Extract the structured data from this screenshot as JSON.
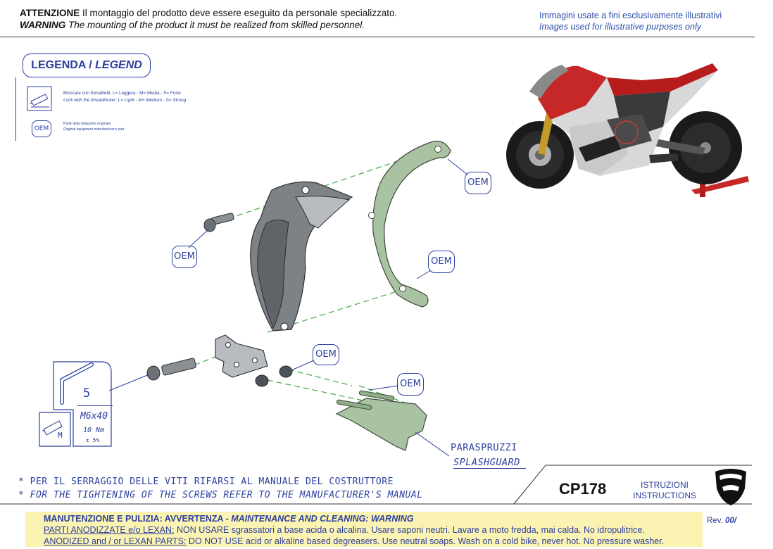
{
  "header": {
    "warning_it_bold": "ATTENZIONE",
    "warning_it_text": " Il montaggio del prodotto deve essere eseguito da personale specializzato.",
    "warning_en_bold": "WARNING",
    "warning_en_text": " The mounting of the product it must be realized from skilled personnel.",
    "illus_it": "Immagini usate a fini esclusivamente illustrativi",
    "illus_en": "Images used for illustrative purposes only"
  },
  "legend": {
    "title_it": "LEGENDA / ",
    "title_en": "LEGEND",
    "threadlock_it": "Bloccare con frenafiletti: L= Leggera - M= Media - S= Forte",
    "threadlock_en": "Lock with the threadlocker: L= Light - M= Medium - S= Strong",
    "oem_symbol": "OEM",
    "oem_it": "Parte della dotazione originale",
    "oem_en": "Original equipment manufacturer's part"
  },
  "diagram": {
    "oem_callouts": [
      "OEM",
      "OEM",
      "OEM",
      "OEM",
      "OEM"
    ],
    "wrench_size": "5",
    "screw_spec": "M6x40",
    "torque": "10 Nm",
    "tolerance": "± 5%",
    "threadlock_grade": "M",
    "part_it": "PARASPRUZZI",
    "part_en": "SPLASHGUARD"
  },
  "notes": {
    "torque_it": "* PER IL SERRAGGIO DELLE VITI RIFARSI AL MANUALE DEL COSTRUTTORE",
    "torque_en": "* FOR THE TIGHTENING OF THE SCREWS REFER TO THE MANUFACTURER'S MANUAL"
  },
  "product": {
    "code": "CP178",
    "instr_it": "ISTRUZIONI",
    "instr_en": "INSTRUCTIONS"
  },
  "maintenance": {
    "title_it": "MANUTENZIONE E PULIZIA: AVVERTENZA - ",
    "title_en": "MAINTENANCE AND CLEANING: WARNING",
    "line_it_label": "PARTI ANODIZZATE  e/o LEXAN:",
    "line_it_text": "  NON USARE sgrassatori a base acida o alcalina. Usare saponi neutri. Lavare a moto fredda, mai calda. No idropulitrice.",
    "line_en_label": "ANODIZED and / or LEXAN PARTS:",
    "line_en_text": " DO NOT USE acid or alkaline based degreasers. Use neutral soaps. Wash on a cold bike, never hot. No pressure washer."
  },
  "revision": {
    "label": "Rev. ",
    "value": "00/"
  },
  "colors": {
    "accent_blue": "#2b3f9e",
    "part_green": "#a9c3a2",
    "part_grey": "#7d8287",
    "callout_green": "#4caf50",
    "maint_bg": "#fbf3b2"
  }
}
